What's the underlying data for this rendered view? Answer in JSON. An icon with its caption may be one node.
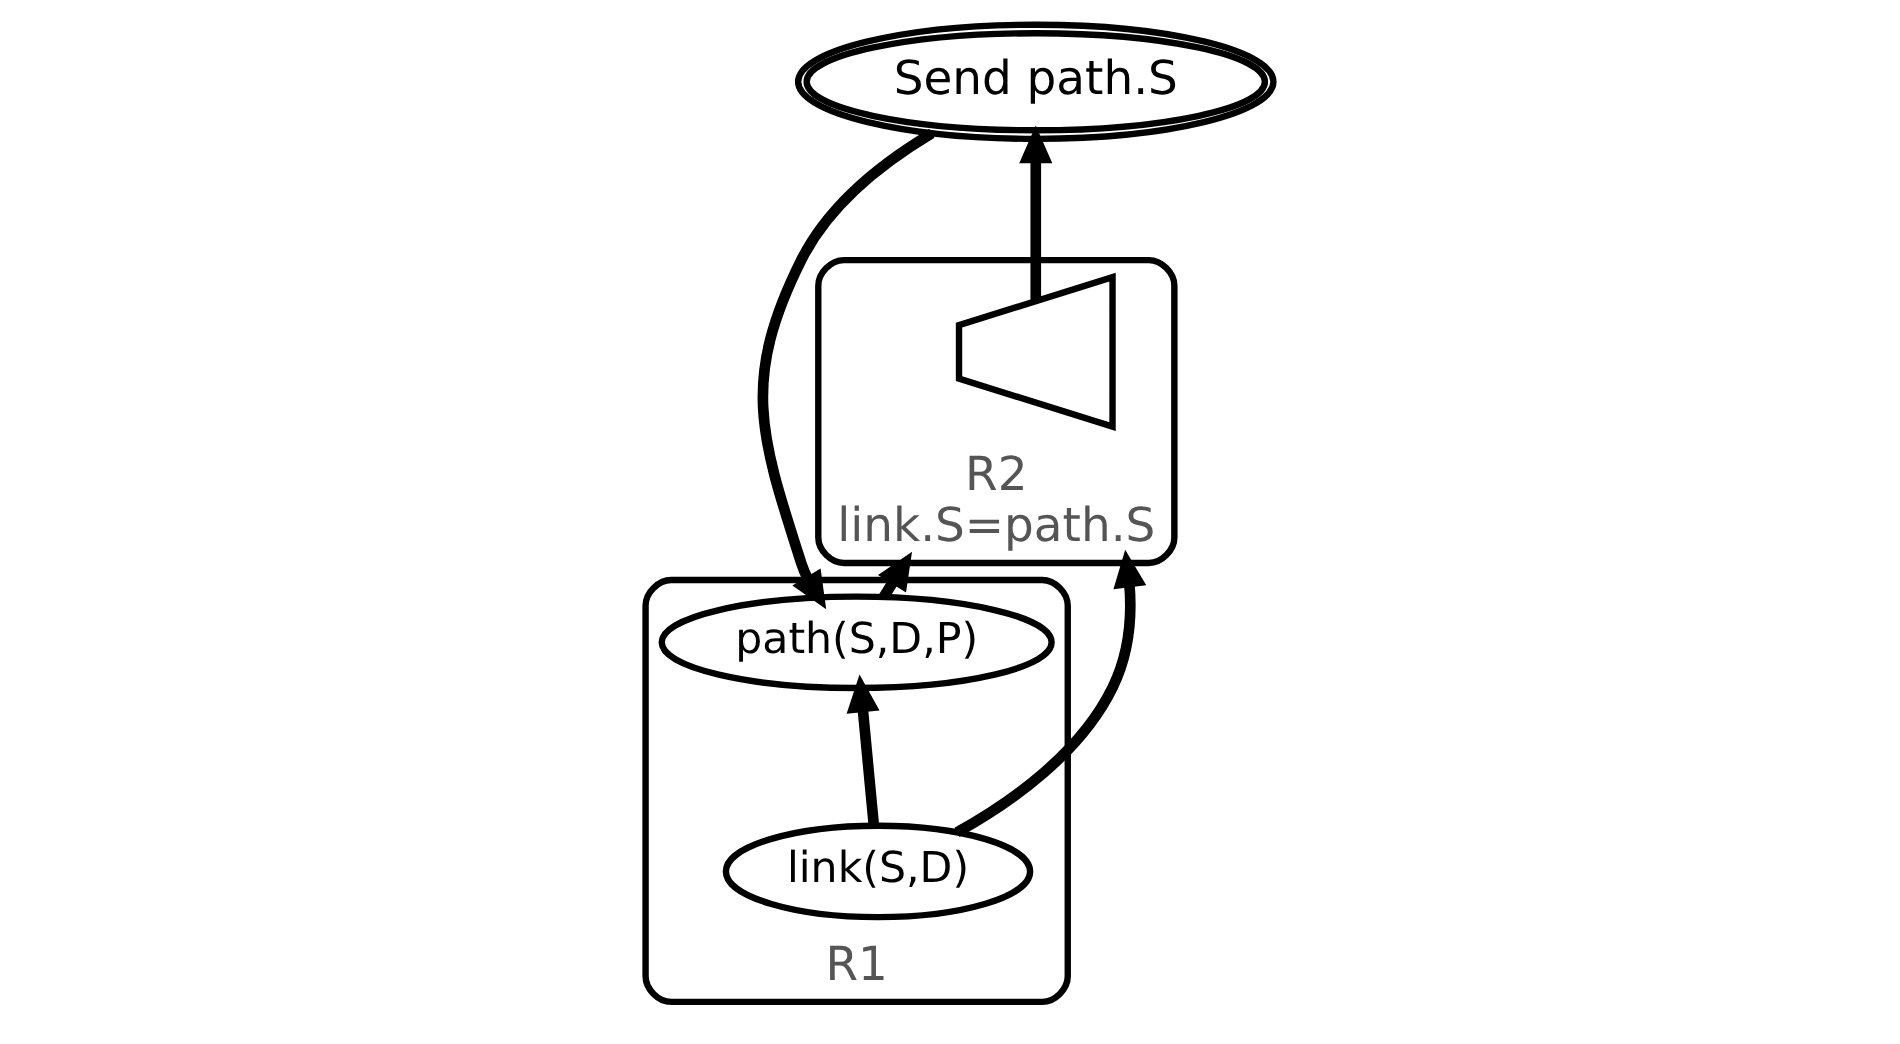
{
  "diagram": {
    "nodes": [
      {
        "text": [
          "R2",
          "link.S=path.S"
        ]
      },
      {
        "text": [],
        "shape": "bowtie",
        "in": 0
      },
      {
        "text": [
          "Send path.S"
        ]
      },
      {
        "text": [
          "R1"
        ]
      },
      {
        "text": [
          "link(S,D)"
        ],
        "in": 3
      },
      {
        "text": [
          "path(S,D,P)"
        ],
        "in": 3
      }
    ],
    "edges": [
      {
        "from": 4,
        "to": 0,
        "arrow": "to"
      },
      {
        "from": 5,
        "to": 0,
        "arrow": "to"
      },
      {
        "from": 4,
        "to": 5,
        "arrow": "to"
      },
      {
        "from": 1,
        "to": 2,
        "arrow": "to"
      },
      {
        "from": 2,
        "to": 5,
        "arrow": "to"
      }
    ]
  }
}
